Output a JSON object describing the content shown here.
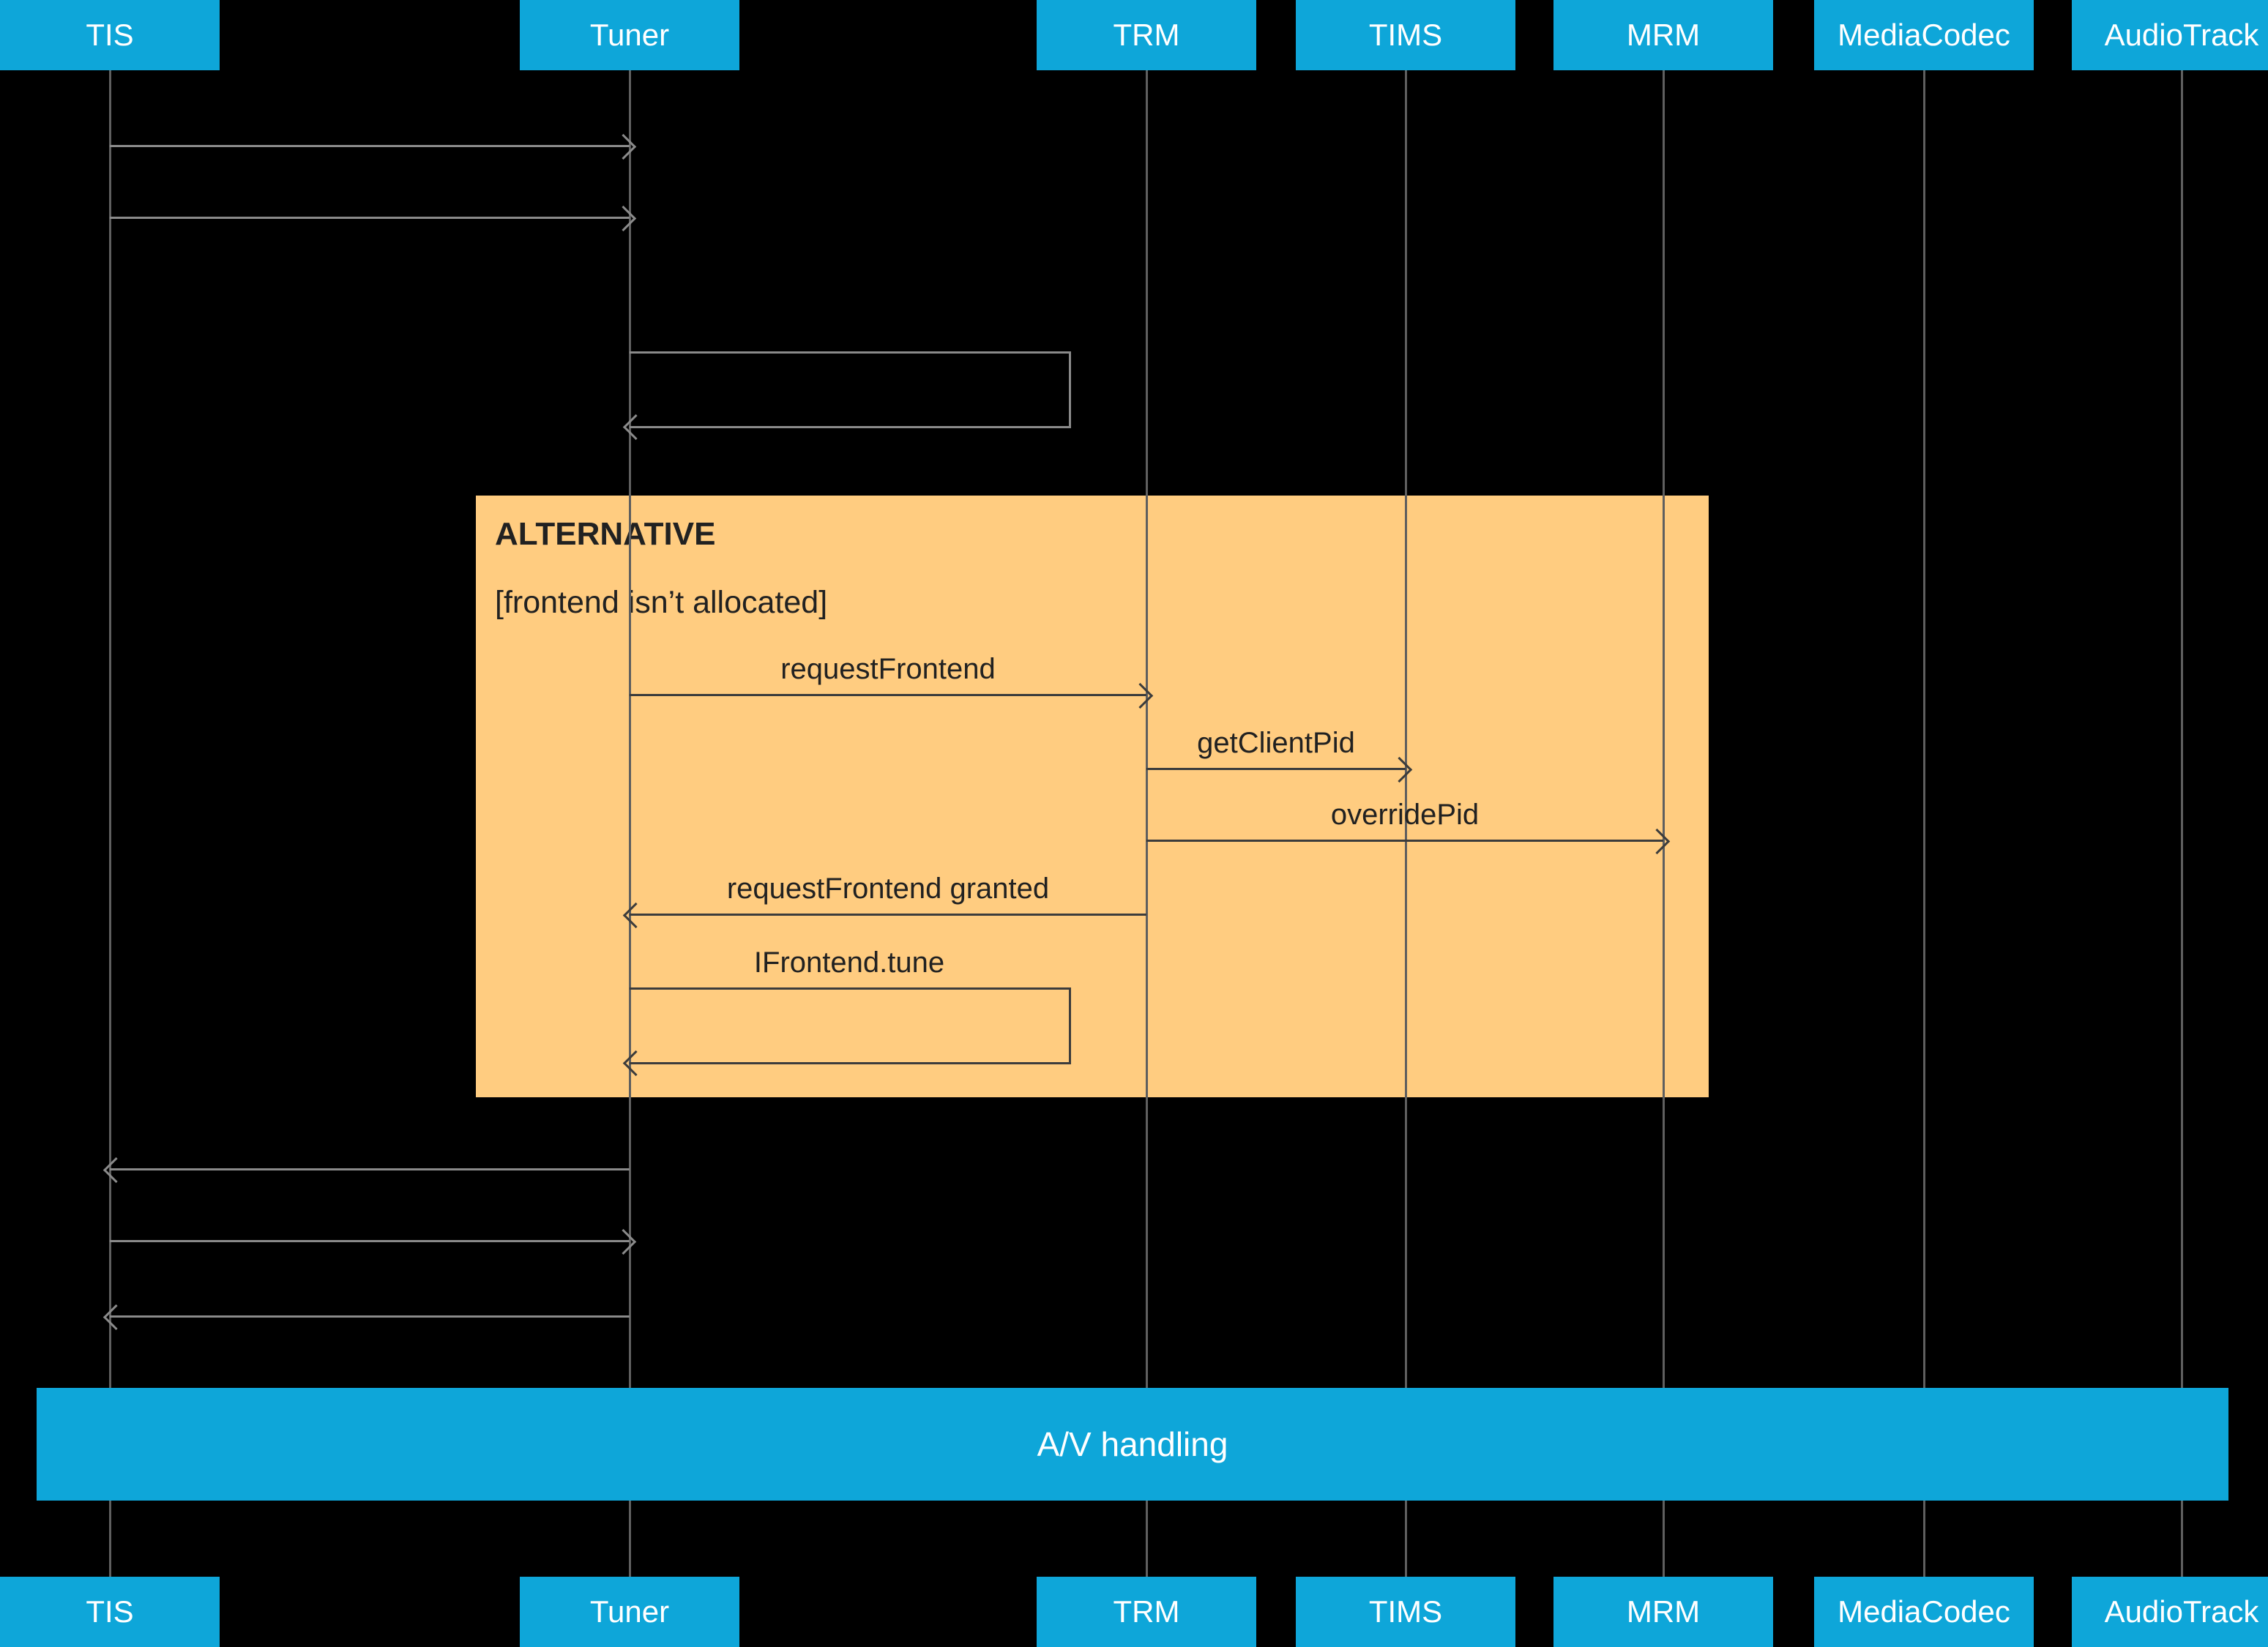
{
  "participants": [
    {
      "label": "TIS"
    },
    {
      "label": "Tuner"
    },
    {
      "label": "TRM"
    },
    {
      "label": "TIMS"
    },
    {
      "label": "MRM"
    },
    {
      "label": "MediaCodec"
    },
    {
      "label": "AudioTrack"
    }
  ],
  "alt_fragment": {
    "title": "ALTERNATIVE",
    "guard": "[frontend isn’t allocated]",
    "messages": {
      "request_frontend": "requestFrontend",
      "get_client_pid": "getClientPid",
      "override_pid": "overridePid",
      "request_frontend_granted": "requestFrontend granted",
      "ifrontend_tune": "IFrontend.tune"
    }
  },
  "av_bar": {
    "label": "A/V handling"
  },
  "colors": {
    "participant_bg": "#0EA6D9",
    "participant_text": "#FFFFFF",
    "alt_bg": "#FFCC80",
    "alt_text": "#212121",
    "lifeline": "#5F5F5F",
    "arrow_outside": "#8A8A8A",
    "arrow_inside": "#3C3C3C",
    "background": "#000000"
  }
}
